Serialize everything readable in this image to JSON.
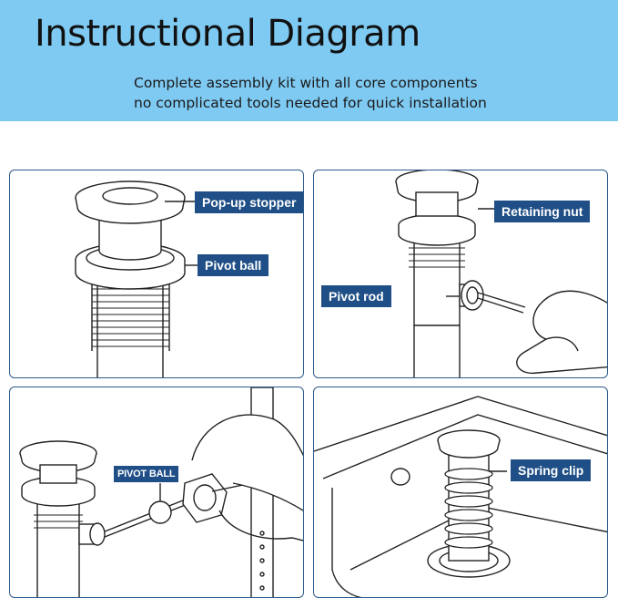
{
  "header": {
    "title": "Instructional Diagram",
    "subtitle_line1": "Complete assembly kit with all core components",
    "subtitle_line2": "no complicated tools needed for quick installation",
    "background_color": "#7fcaf2"
  },
  "panels": [
    {
      "name": "stopper-assembly",
      "labels": [
        "Pop-up stopper",
        "Pivot ball"
      ]
    },
    {
      "name": "pivot-rod-install",
      "labels": [
        "Retaining nut",
        "Pivot rod"
      ]
    },
    {
      "name": "pivot-ball-connect",
      "labels": [
        "PIVOT BALL"
      ]
    },
    {
      "name": "sink-install",
      "labels": [
        "Spring clip"
      ]
    }
  ],
  "colors": {
    "label_bg": "#1f4f86",
    "border": "#2c5b8a",
    "line": "#222222"
  }
}
